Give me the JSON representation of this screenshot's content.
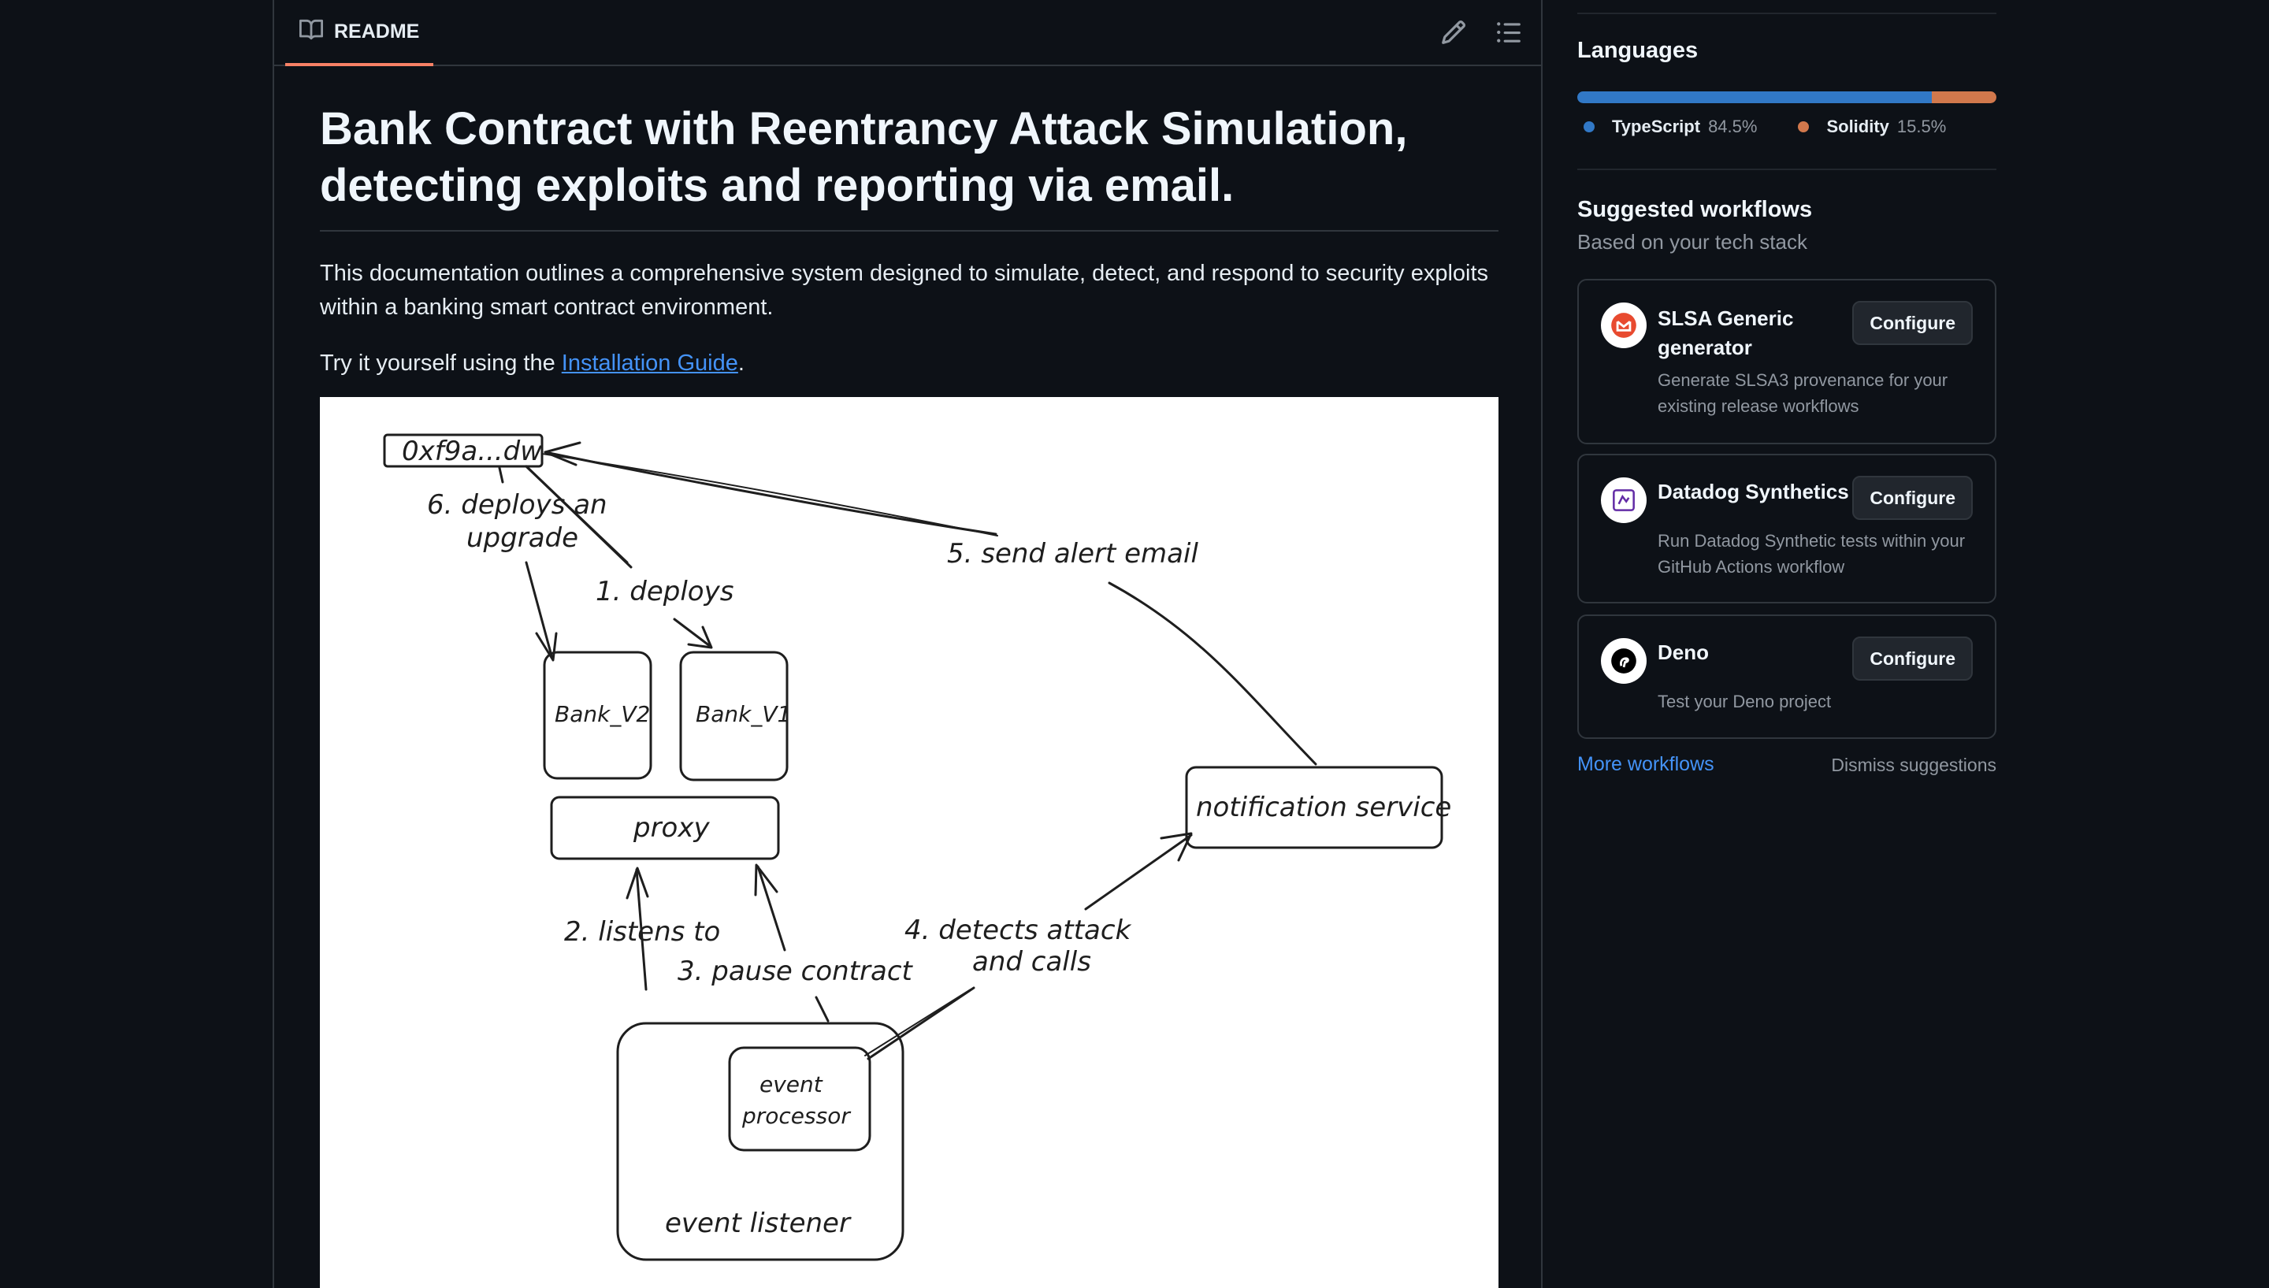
{
  "readme": {
    "tab_label": "README",
    "title": "Bank Contract with Reentrancy Attack Simulation, detecting exploits and reporting via email.",
    "intro": "This documentation outlines a comprehensive system designed to simulate, detect, and respond to security exploits within a banking smart contract environment.",
    "try_prefix": "Try it yourself using the ",
    "try_link": "Installation Guide",
    "try_suffix": ".",
    "diagram": {
      "address_box": "0xf9a...dw",
      "label_deploys_upgrade_1": "6. deploys an",
      "label_deploys_upgrade_2": "upgrade",
      "label_deploys": "1. deploys",
      "label_send_alert": "5. send alert email",
      "bank_v2": "Bank_V2",
      "bank_v1": "Bank_V1",
      "proxy": "proxy",
      "notification_service": "notification service",
      "label_listens_to": "2. listens to",
      "label_pause_contract": "3. pause contract",
      "label_detects_1": "4. detects attack",
      "label_detects_2": "and calls",
      "event_processor_1": "event",
      "event_processor_2": "processor",
      "event_listener": "event listener"
    }
  },
  "sidebar": {
    "languages": {
      "heading": "Languages",
      "items": [
        {
          "name": "TypeScript",
          "percent": "84.5%",
          "color": "#3178c6",
          "fraction": 0.845
        },
        {
          "name": "Solidity",
          "percent": "15.5%",
          "color": "#d1784c",
          "fraction": 0.155
        }
      ]
    },
    "suggested": {
      "heading": "Suggested workflows",
      "subheading": "Based on your tech stack",
      "configure_label": "Configure",
      "workflows": [
        {
          "title_1": "SLSA Generic",
          "title_2": "generator",
          "desc": "Generate SLSA3 provenance for your existing release workflows"
        },
        {
          "title_1": "Datadog Synthetics",
          "desc": "Run Datadog Synthetic tests within your GitHub Actions workflow"
        },
        {
          "title_1": "Deno",
          "desc": "Test your Deno project"
        }
      ],
      "more_label": "More workflows",
      "dismiss_label": "Dismiss suggestions"
    }
  }
}
